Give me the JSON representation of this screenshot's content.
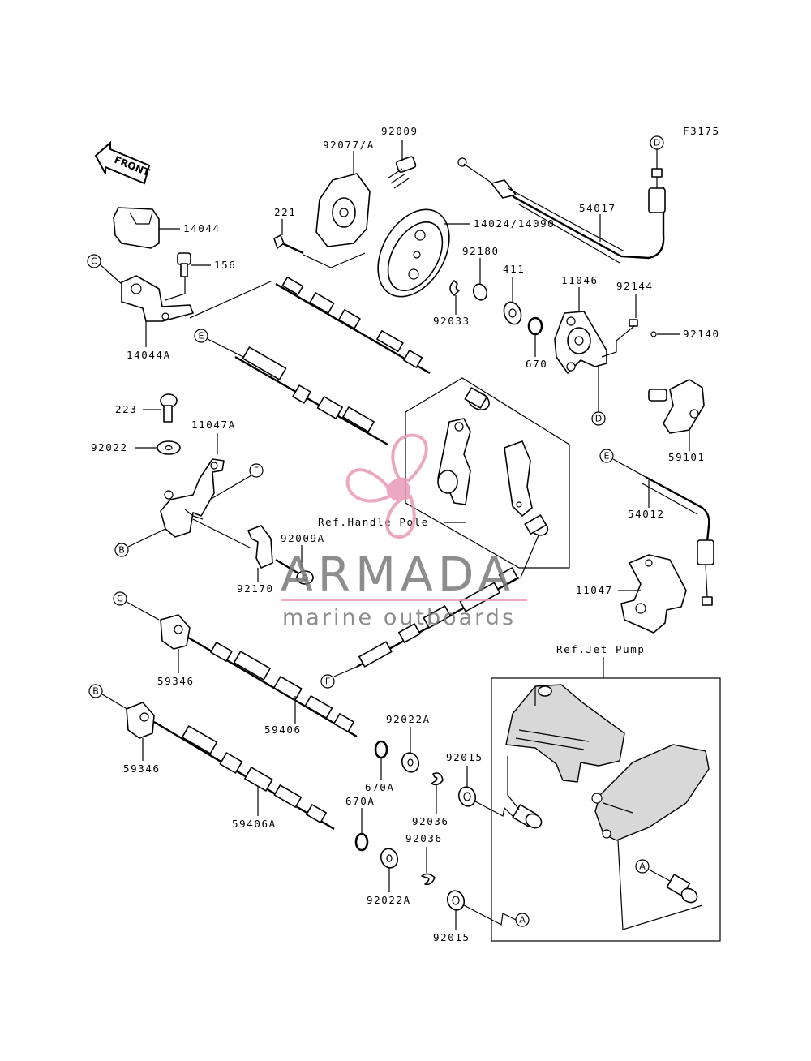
{
  "figure_code": "F3175",
  "front_label": "FRONT",
  "parts": [
    {
      "id": "p14044",
      "label": "14044"
    },
    {
      "id": "p156",
      "label": "156"
    },
    {
      "id": "p14044A",
      "label": "14044A"
    },
    {
      "id": "p92077A",
      "label": "92077/A"
    },
    {
      "id": "p92009",
      "label": "92009"
    },
    {
      "id": "p221",
      "label": "221"
    },
    {
      "id": "p14024",
      "label": "14024/14090"
    },
    {
      "id": "p54017",
      "label": "54017"
    },
    {
      "id": "p92180",
      "label": "92180"
    },
    {
      "id": "p411",
      "label": "411"
    },
    {
      "id": "p11046",
      "label": "11046"
    },
    {
      "id": "p92144",
      "label": "92144"
    },
    {
      "id": "p92033",
      "label": "92033"
    },
    {
      "id": "p670",
      "label": "670"
    },
    {
      "id": "p92140",
      "label": "92140"
    },
    {
      "id": "p223",
      "label": "223"
    },
    {
      "id": "p11047A",
      "label": "11047A"
    },
    {
      "id": "p92022",
      "label": "92022"
    },
    {
      "id": "p59101",
      "label": "59101"
    },
    {
      "id": "p54012",
      "label": "54012"
    },
    {
      "id": "p92009A",
      "label": "92009A"
    },
    {
      "id": "p92170",
      "label": "92170"
    },
    {
      "id": "p11047",
      "label": "11047"
    },
    {
      "id": "p59346a",
      "label": "59346"
    },
    {
      "id": "p59406",
      "label": "59406"
    },
    {
      "id": "p92022Aa",
      "label": "92022A"
    },
    {
      "id": "p92015a",
      "label": "92015"
    },
    {
      "id": "p670Aa",
      "label": "670A"
    },
    {
      "id": "p92036a",
      "label": "92036"
    },
    {
      "id": "p59346b",
      "label": "59346"
    },
    {
      "id": "p670Ab",
      "label": "670A"
    },
    {
      "id": "p92036b",
      "label": "92036"
    },
    {
      "id": "p59406A",
      "label": "59406A"
    },
    {
      "id": "p92022Ab",
      "label": "92022A"
    },
    {
      "id": "p92015b",
      "label": "92015"
    }
  ],
  "references": {
    "handle_pole": "Ref.Handle Pole",
    "jet_pump": "Ref.Jet Pump"
  },
  "connectors": [
    "A",
    "B",
    "C",
    "D",
    "E",
    "F"
  ],
  "watermark": {
    "brand": "ARMADA",
    "tagline": "marine outboards",
    "accent_color": "#e89ab6",
    "text_color": "#7a7a7a"
  }
}
